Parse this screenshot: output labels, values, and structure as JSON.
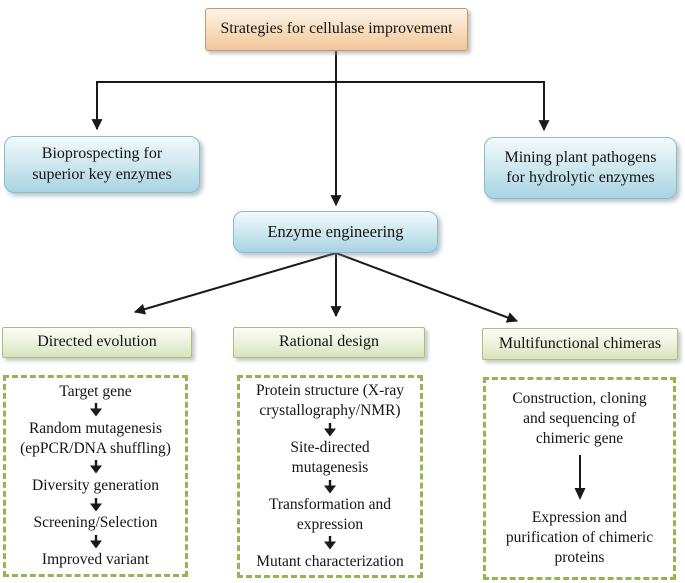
{
  "diagram": {
    "root": {
      "label": "Strategies for cellulase improvement"
    },
    "level2_left": {
      "label": "Bioprospecting for\nsuperior key enzymes"
    },
    "level2_center": {
      "label": "Enzyme engineering"
    },
    "level2_right": {
      "label": "Mining plant pathogens\nfor hydrolytic enzymes"
    },
    "branches": [
      {
        "title": "Directed evolution",
        "steps": [
          "Target gene",
          "Random mutagenesis\n(epPCR/DNA shuffling)",
          "Diversity generation",
          "Screening/Selection",
          "Improved variant"
        ]
      },
      {
        "title": "Rational design",
        "steps": [
          "Protein structure (X-ray\ncrystallography/NMR)",
          "Site-directed\nmutagenesis",
          "Transformation and\nexpression",
          "Mutant characterization"
        ]
      },
      {
        "title": "Multifunctional chimeras",
        "steps": [
          "Construction, cloning\nand sequencing of\nchimeric gene",
          "Expression and\npurification of chimeric\nproteins"
        ]
      }
    ]
  },
  "colors": {
    "root_box_fill_top": "#fdf4e9",
    "root_box_fill_bottom": "#f2c69c",
    "root_box_border": "#c9976a",
    "blue_box_fill_top": "#f2fafc",
    "blue_box_fill_bottom": "#a9d4e3",
    "blue_box_border": "#85bdd1",
    "green_box_fill_top": "#fbfdf5",
    "green_box_fill_bottom": "#d6e4bc",
    "green_box_border": "#a9bf7e",
    "dashed_border": "#96b456",
    "connector_line": "#1a1a1a",
    "background": "#ffffff"
  }
}
